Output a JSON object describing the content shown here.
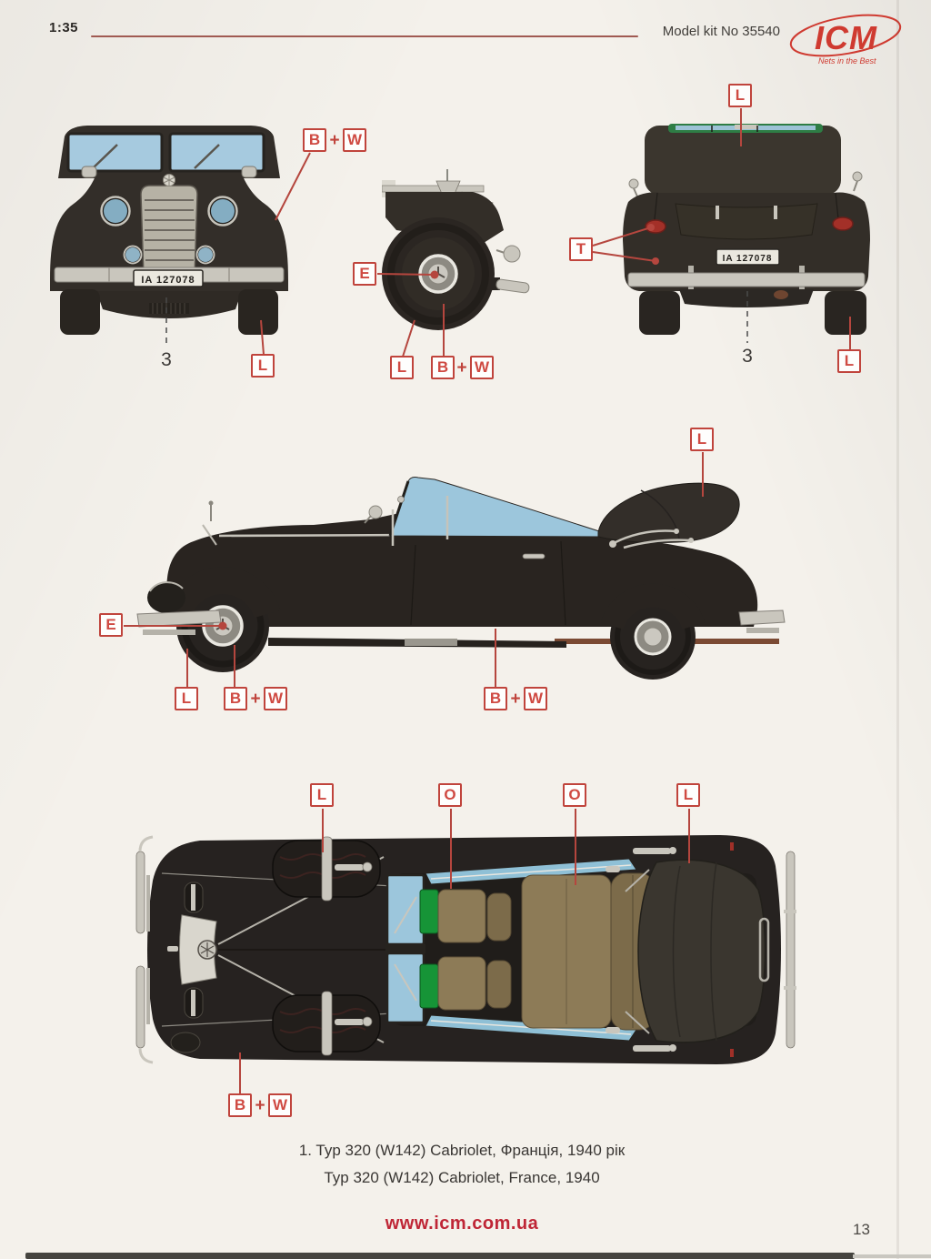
{
  "header": {
    "scale": "1:35",
    "kit_number": "Model kit No 35540",
    "logo_text": "ICM",
    "logo_tagline": "Nets in the Best"
  },
  "plates": {
    "front": "IA 127078",
    "rear": "IA 127078"
  },
  "callouts": {
    "plus": "+",
    "front": {
      "b": "B",
      "w": "W",
      "l": "L",
      "num": "3"
    },
    "wheel": {
      "e": "E",
      "l": "L",
      "b": "B",
      "w": "W"
    },
    "rear": {
      "top_l": "L",
      "t": "T",
      "bottom_l": "L",
      "num": "3"
    },
    "side": {
      "top_l": "L",
      "e": "E",
      "l": "L",
      "b1": "B",
      "w1": "W",
      "b2": "B",
      "w2": "W"
    },
    "top": {
      "l_front": "L",
      "o_front": "O",
      "o_rear": "O",
      "l_rear": "L",
      "b": "B",
      "w": "W"
    }
  },
  "caption": {
    "line1": "1. Typ 320 (W142) Cabriolet, Франція, 1940 рік",
    "line2": "Typ 320 (W142) Cabriolet, France, 1940"
  },
  "footer": {
    "website": "www.icm.com.ua",
    "page_number": "13"
  },
  "colors": {
    "accent_red": "#c0443c",
    "logo_red": "#cf3a30",
    "body_dark": "#2b2723",
    "glass_blue": "#9cc6dc",
    "seat_tan": "#8d7b57",
    "door_green": "#169437",
    "chrome": "#c9c6bd",
    "tail_light_red": "#a33028",
    "running_board_brown": "#7b4a33"
  }
}
